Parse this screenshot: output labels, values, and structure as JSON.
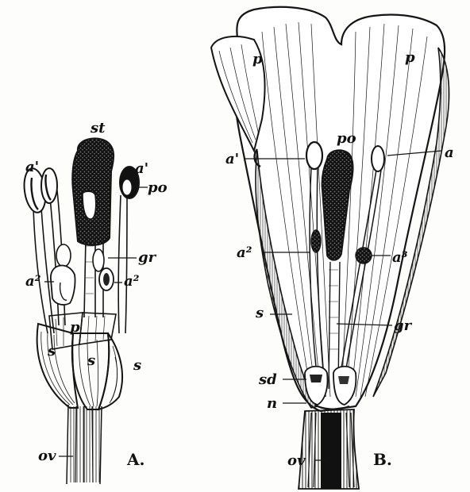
{
  "figure_a": {
    "panel_label": "A.",
    "labels": {
      "st": "st",
      "a1_left": "a'",
      "a1_right": "a'",
      "po": "po",
      "gr": "gr",
      "a2_left": "a²",
      "a2_right": "a²",
      "p": "p",
      "s_left": "s",
      "s_mid": "s",
      "s_right": "s",
      "ov": "ov"
    }
  },
  "figure_b": {
    "panel_label": "B.",
    "labels": {
      "p_left": "p",
      "p_right": "p",
      "po": "po",
      "a1_left": "a'",
      "a1_right": "a",
      "a2_left": "a²",
      "a3_right": "a³",
      "s": "s",
      "gr": "gr",
      "sd": "sd",
      "n": "n",
      "ov": "ov"
    }
  },
  "colors": {
    "ink": "#151515",
    "paper": "#fdfdfb"
  }
}
